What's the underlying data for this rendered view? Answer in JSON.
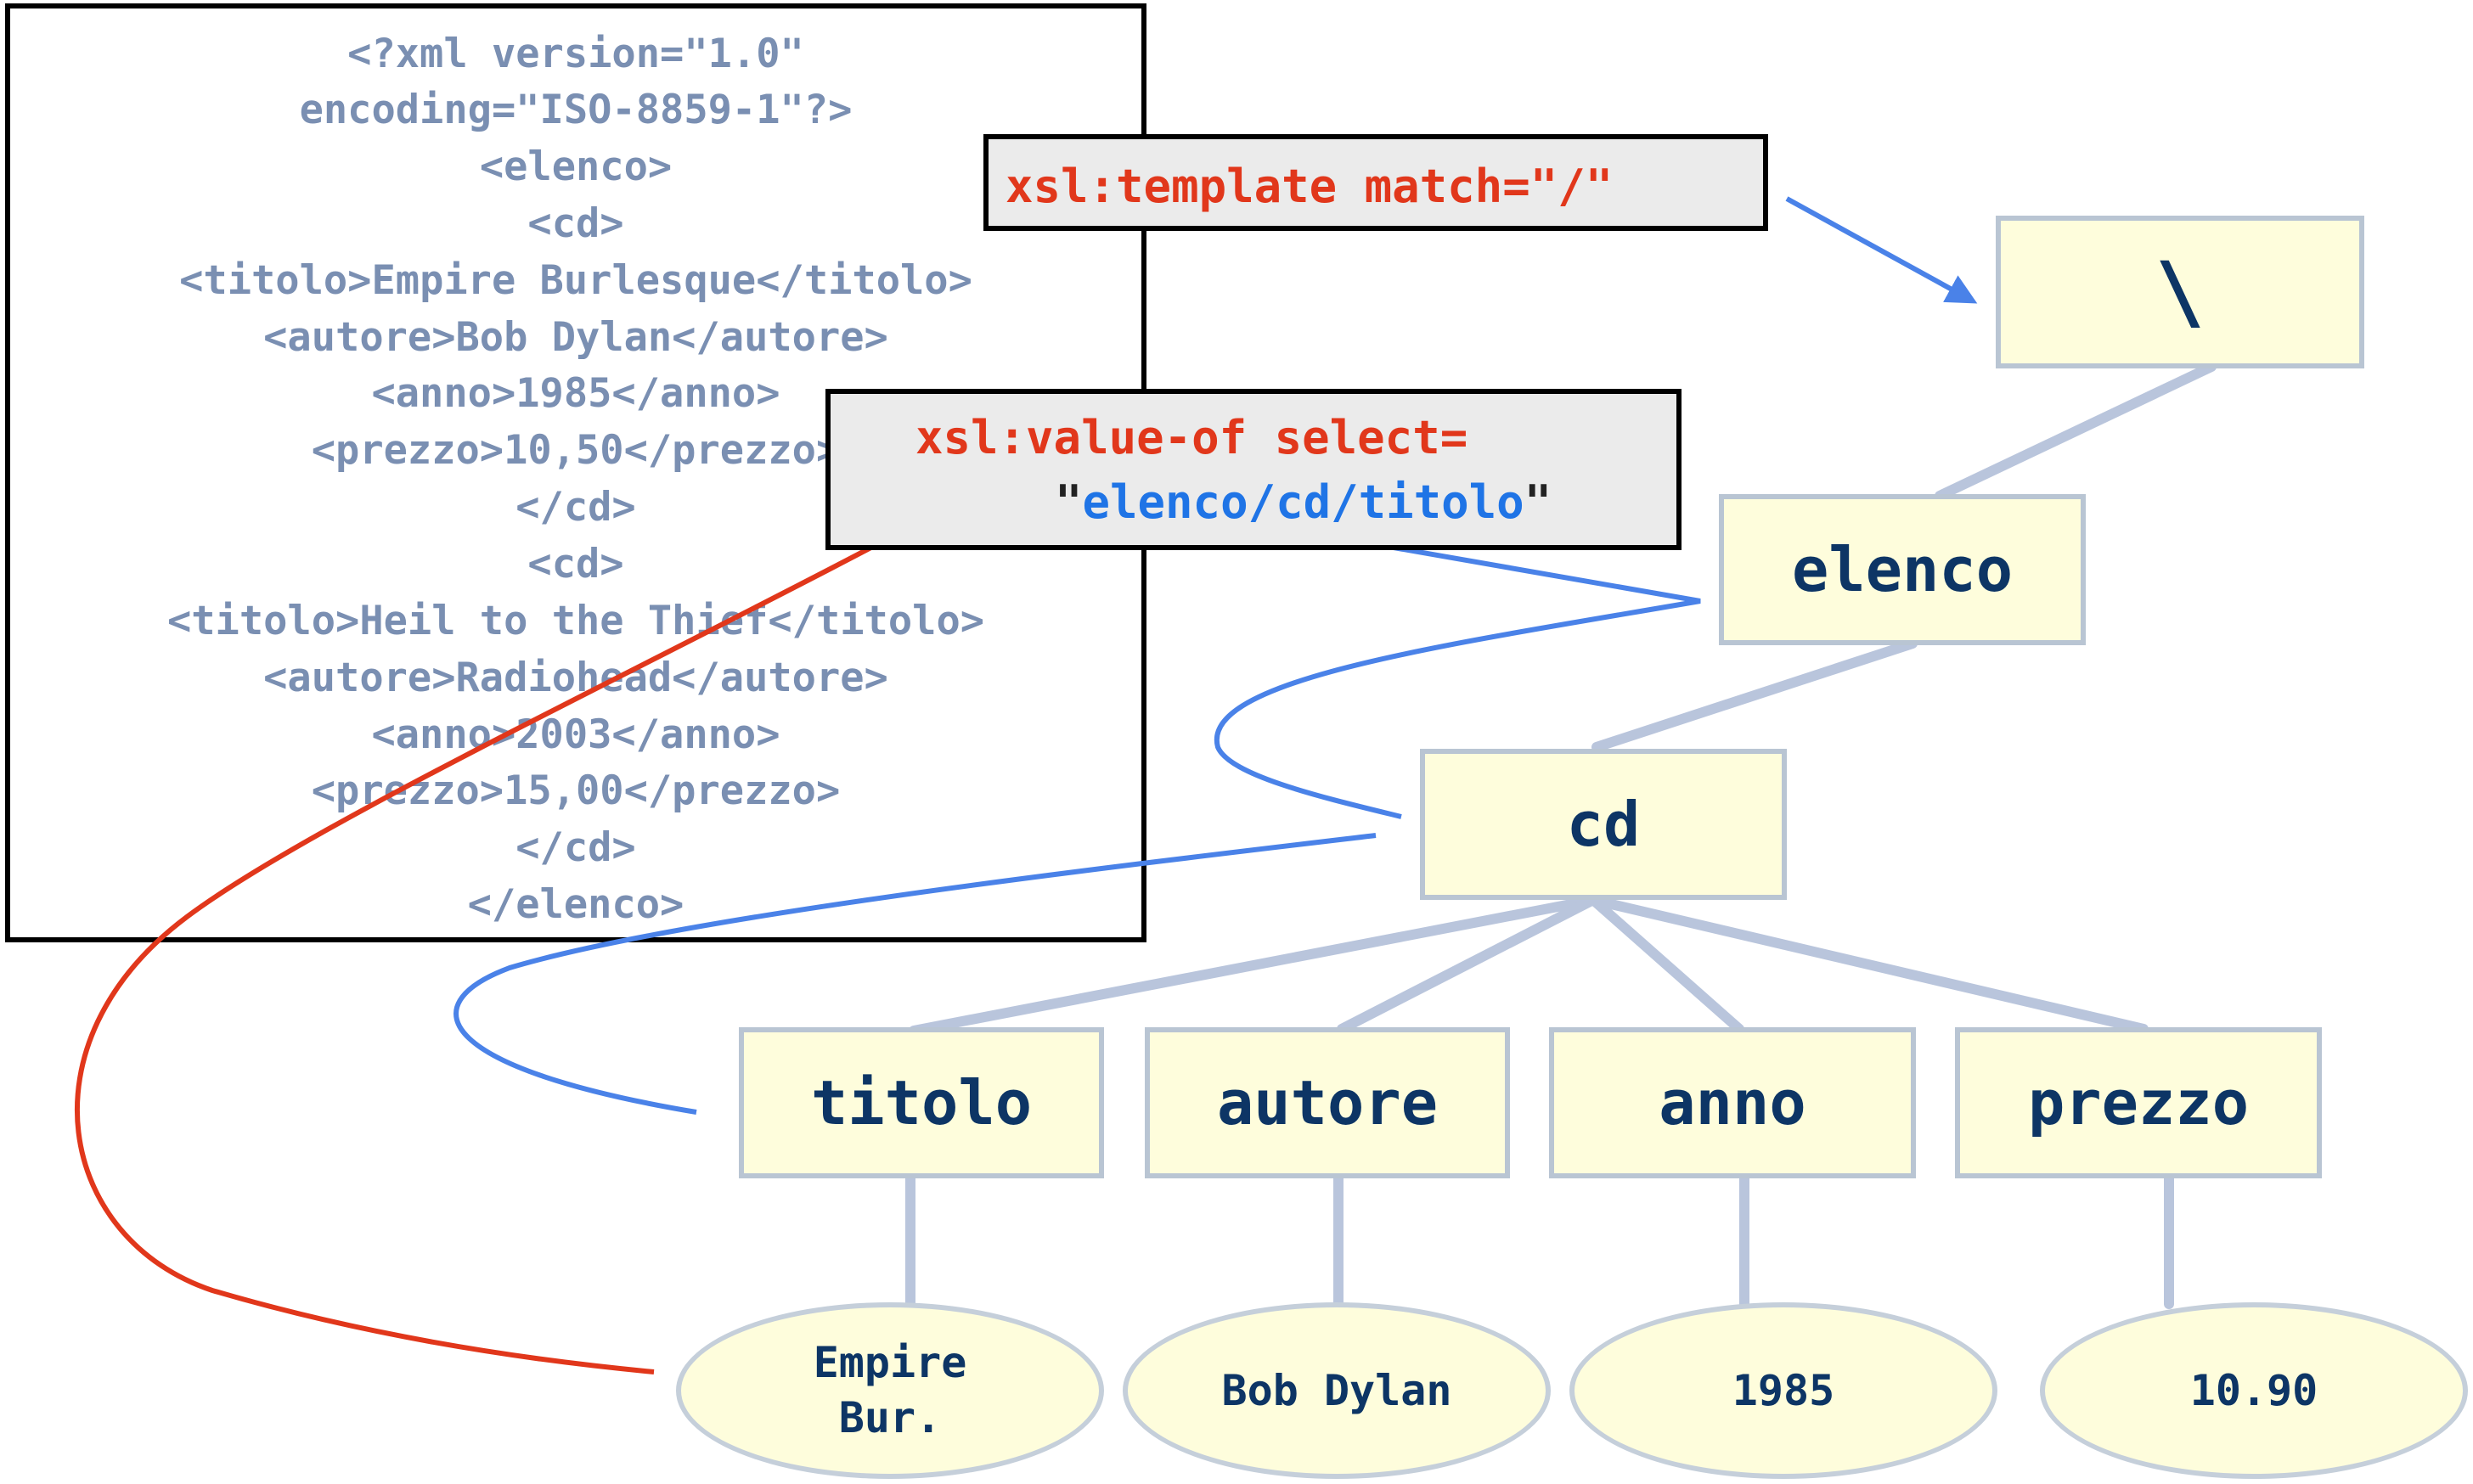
{
  "xml_source": {
    "lines": [
      "<?xml version=\"1.0\"",
      "encoding=\"ISO-8859-1\"?>",
      "<elenco>",
      "<cd>",
      "<titolo>Empire Burlesque</titolo>",
      "<autore>Bob Dylan</autore>",
      "<anno>1985</anno>",
      "<prezzo>10,50</prezzo>",
      "</cd>",
      "<cd>",
      "<titolo>Heil to the Thief</titolo>",
      "<autore>Radiohead</autore>",
      "<anno>2003</anno>",
      "<prezzo>15,00</prezzo>",
      "</cd>",
      "</elenco>"
    ]
  },
  "callouts": {
    "template": "xsl:template match=\"/\"",
    "value_of_line1": "xsl:value-of select=",
    "value_of_path": "elenco/cd/titolo",
    "quote_mark": "\""
  },
  "tree": {
    "root": "\\",
    "elenco": "elenco",
    "cd": "cd",
    "children": [
      "titolo",
      "autore",
      "anno",
      "prezzo"
    ],
    "leaves": [
      "Empire\nBur.",
      "Bob Dylan",
      "1985",
      "10.90"
    ]
  },
  "colors": {
    "xsl_keyword": "#e1371b",
    "xpath": "#1f74e6",
    "node_fill": "#fefddc",
    "node_border": "#b9c5d3",
    "xml_text": "#7a8fb2"
  }
}
